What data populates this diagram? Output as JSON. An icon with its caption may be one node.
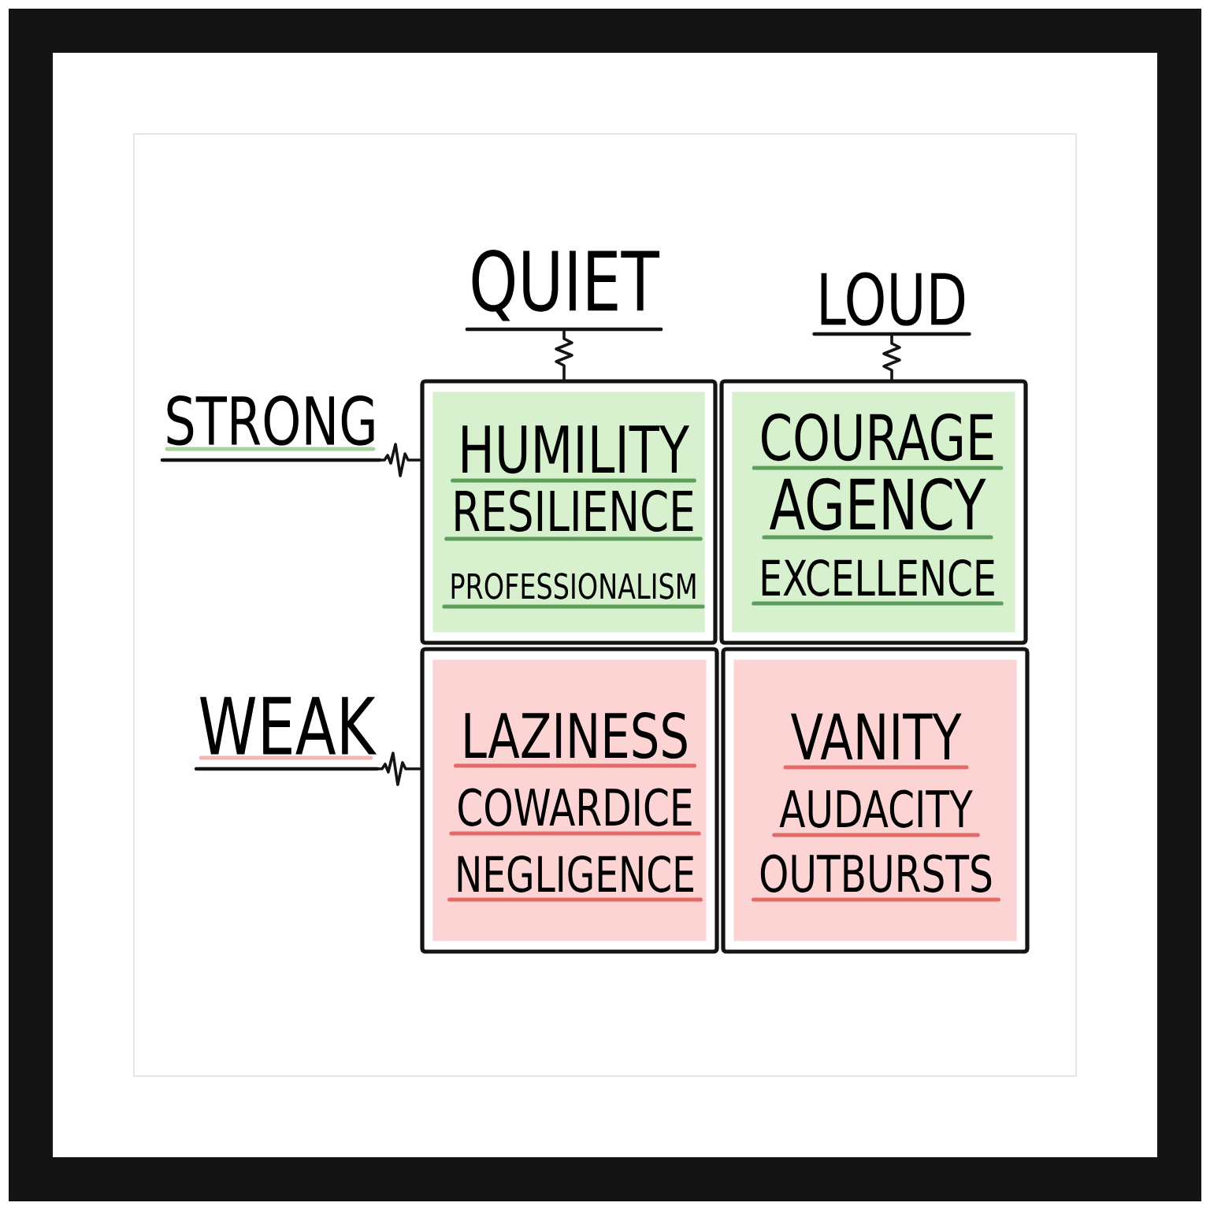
{
  "diagram": {
    "nodes": [
      {
        "text": [
          "QUIET"
        ]
      },
      {
        "text": [
          "LOUD"
        ]
      },
      {
        "text": [
          "STRONG"
        ]
      },
      {
        "text": [
          "HUMILITY",
          "RESILIENCE",
          "PROFESSIONALISM"
        ]
      },
      {
        "text": [
          "COURAGE",
          "AGENCY",
          "EXCELLENCE"
        ]
      },
      {
        "text": [
          "WEAK"
        ]
      },
      {
        "text": [
          "LAZINESS",
          "COWARDICE",
          "NEGLIGENCE"
        ]
      },
      {
        "text": [
          "VANITY",
          "AUDACITY",
          "OUTBURSTS"
        ]
      }
    ],
    "edges": [
      {
        "from": 0,
        "to": 3,
        "arrow": "none"
      },
      {
        "from": 1,
        "to": 4,
        "arrow": "none"
      },
      {
        "from": 2,
        "to": 3,
        "arrow": "none"
      },
      {
        "from": 5,
        "to": 6,
        "arrow": "none"
      }
    ]
  }
}
